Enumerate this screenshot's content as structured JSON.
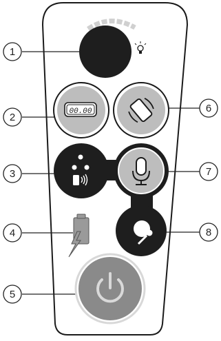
{
  "callouts": [
    {
      "number": "1",
      "part": "dial-knob"
    },
    {
      "number": "2",
      "part": "display-button"
    },
    {
      "number": "3",
      "part": "vibration-alert-button"
    },
    {
      "number": "4",
      "part": "battery-charge-indicator"
    },
    {
      "number": "5",
      "part": "power-button"
    },
    {
      "number": "6",
      "part": "vibration-mode-button"
    },
    {
      "number": "7",
      "part": "microphone-button"
    },
    {
      "number": "8",
      "part": "record-button"
    }
  ],
  "display_readout": "00.00",
  "colors": {
    "outline": "#1a1a1a",
    "dark_button": "#1e1e1e",
    "light_button": "#bdbdbd",
    "power_button": "#8a8a8a",
    "battery": "#9a9a9a"
  }
}
